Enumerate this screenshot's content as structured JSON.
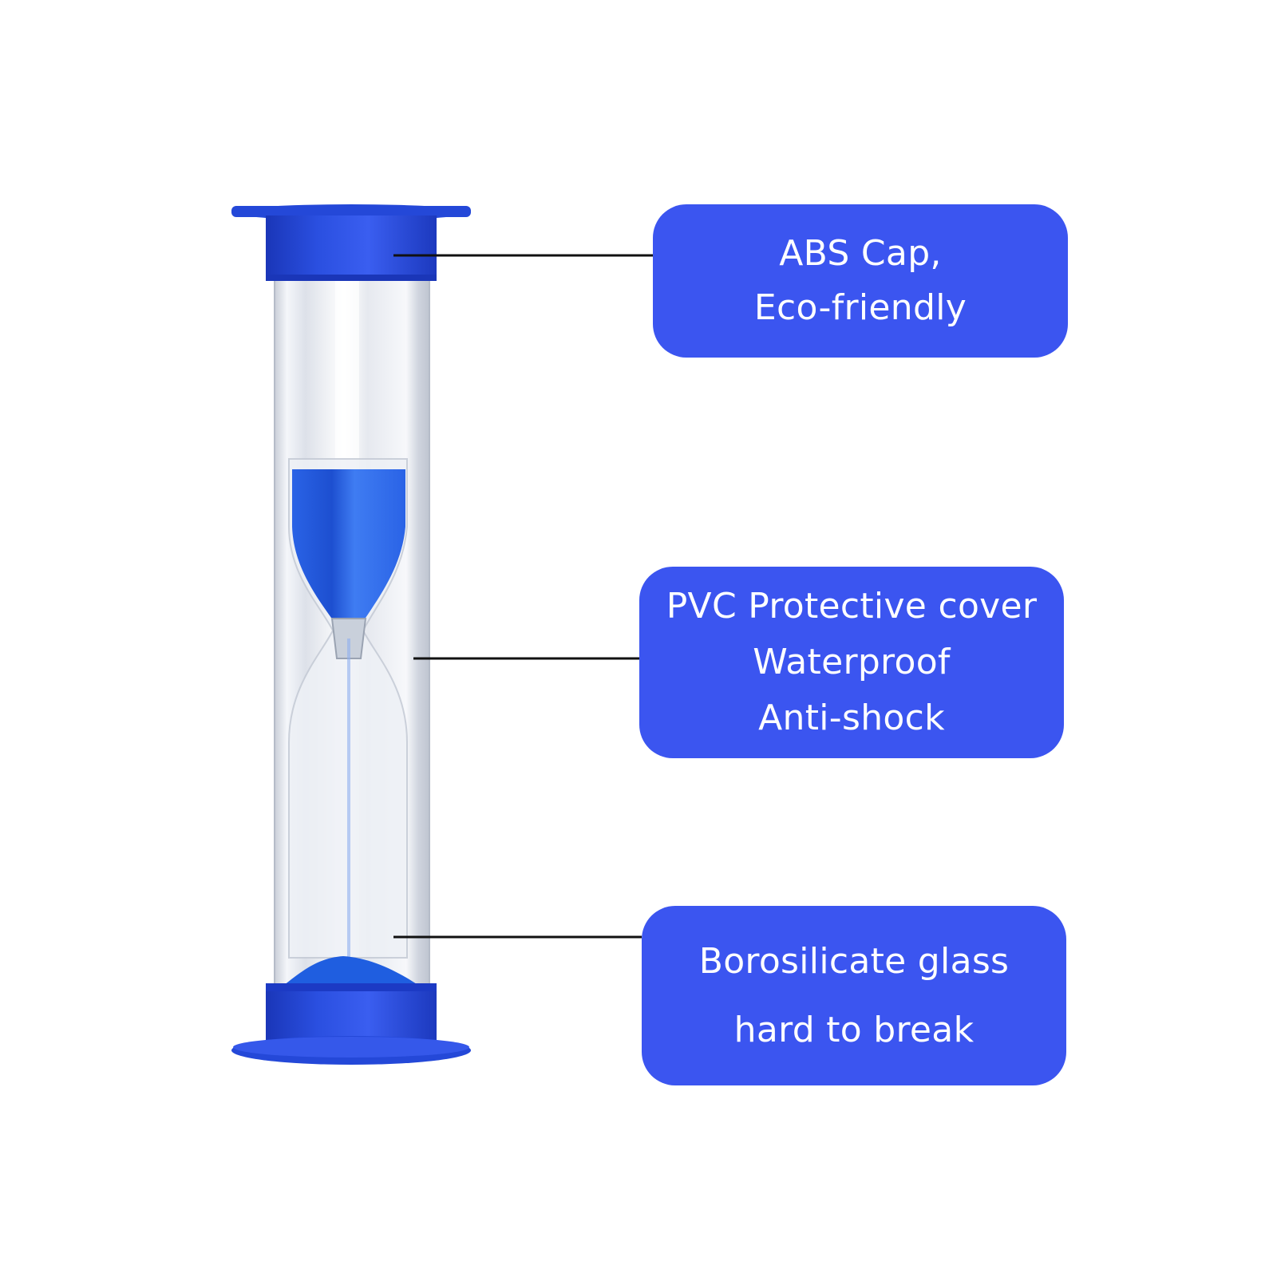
{
  "colors": {
    "accent_blue": "#3b55f0",
    "cap_blue": "#2448d8",
    "cap_blue_dark": "#1a36b8",
    "sand_blue": "#1f5ee0",
    "leader_line": "#111111",
    "callout_text": "#ffffff",
    "background": "#ffffff"
  },
  "product": {
    "icon": "sand-timer-icon",
    "parts": [
      "top-cap",
      "protective-cover",
      "glass-bulb",
      "bottom-cap"
    ]
  },
  "callouts": {
    "cap": {
      "lines": [
        "ABS Cap,",
        "Eco-friendly"
      ]
    },
    "cover": {
      "lines": [
        "PVC Protective cover",
        "Waterproof",
        "Anti-shock"
      ]
    },
    "glass": {
      "lines": [
        "Borosilicate glass",
        "hard to break"
      ]
    }
  }
}
